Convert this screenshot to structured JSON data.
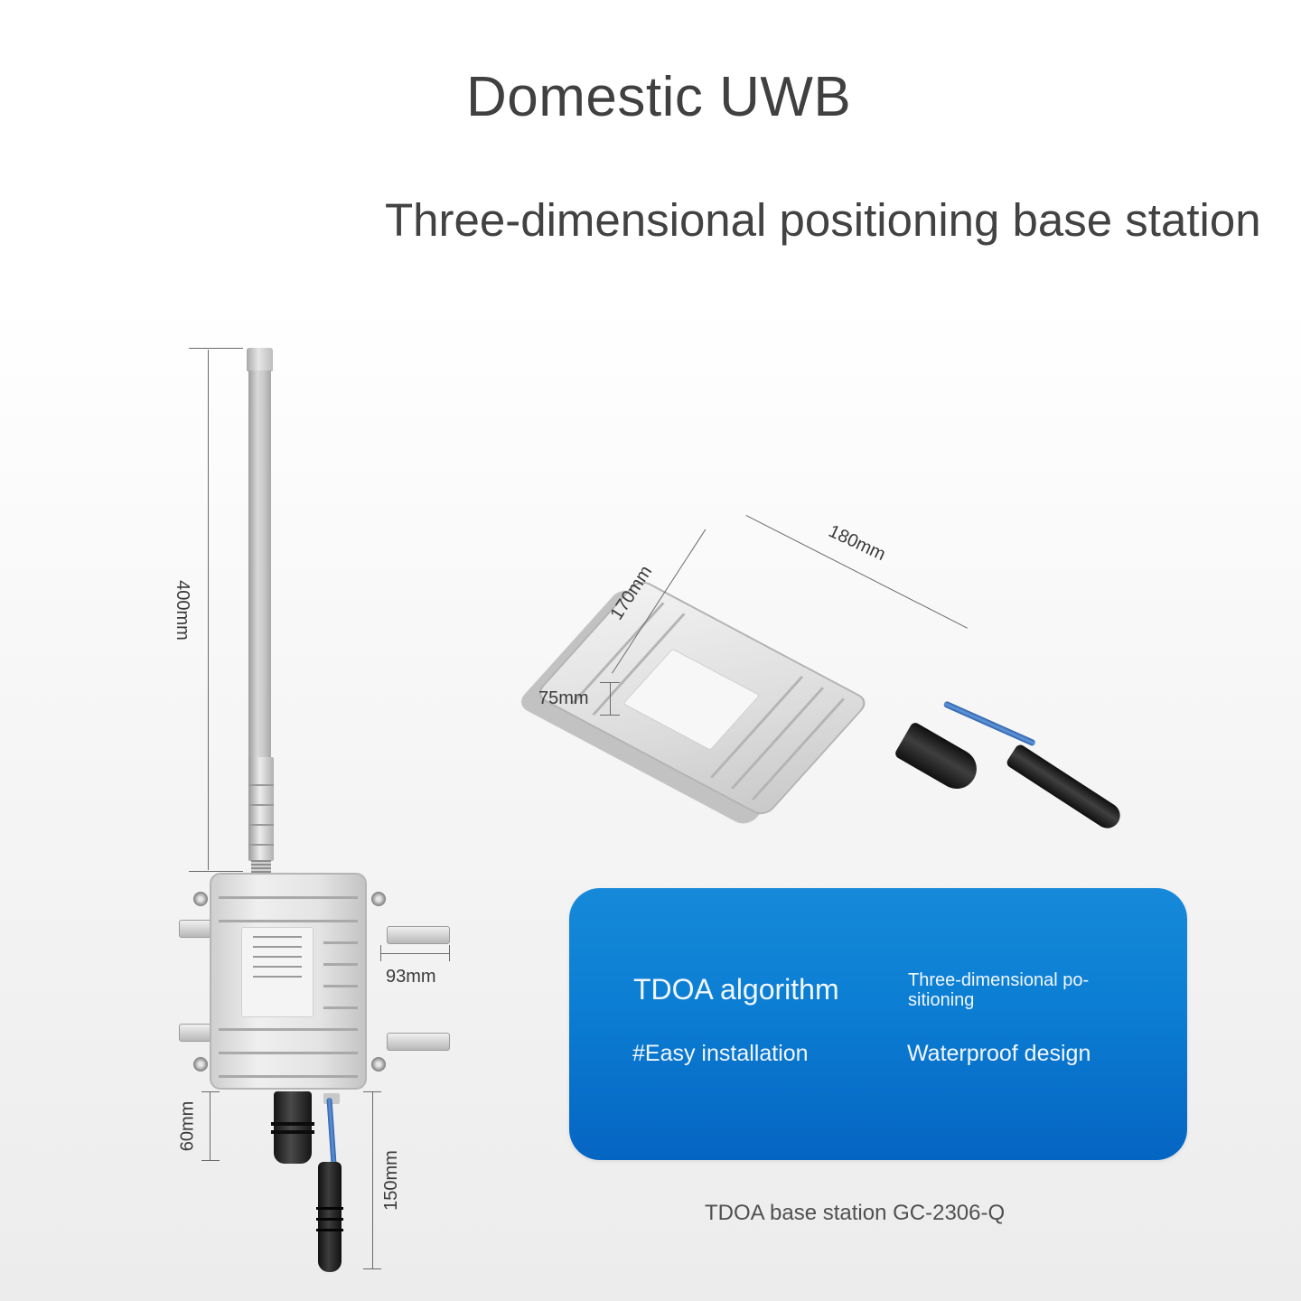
{
  "header": {
    "title": "Domestic UWB",
    "subtitle": "Three-dimensional positioning base station"
  },
  "front_view": {
    "dimensions": {
      "antenna_height": "400mm",
      "bracket_width": "93mm",
      "gland_length": "60mm",
      "cable_length": "150mm"
    }
  },
  "iso_view": {
    "dimensions": {
      "length": "180mm",
      "width": "170mm",
      "height": "75mm"
    }
  },
  "feature_card": {
    "features": [
      {
        "label": "TDOA algorithm"
      },
      {
        "label": "Three-dimensional po-sitioning"
      },
      {
        "label": "#Easy installation"
      },
      {
        "label": "Waterproof design"
      }
    ],
    "colors": {
      "top": "#1689d9",
      "bottom": "#0565c2",
      "text": "#f2f7ff"
    }
  },
  "caption": "TDOA base station GC-2306-Q"
}
